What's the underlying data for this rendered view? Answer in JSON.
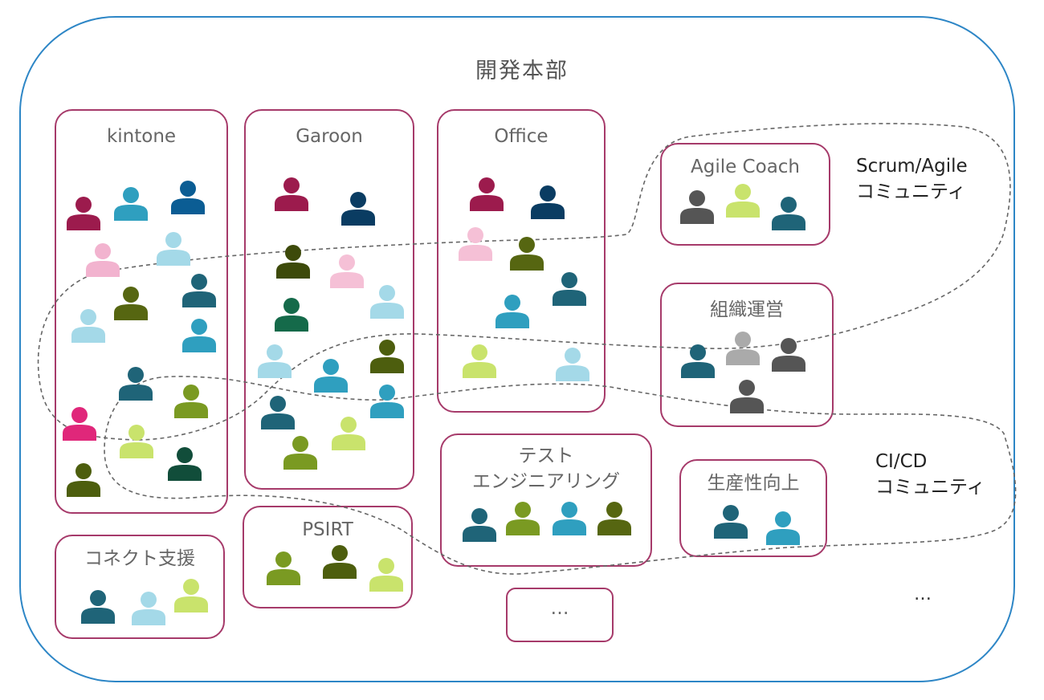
{
  "title": "開発本部",
  "colors": {
    "frame": "#2d86c6",
    "team_border": "#a63a6a",
    "community_outline": "#666666"
  },
  "teams": {
    "kintone": "kintone",
    "garoon": "Garoon",
    "office": "Office",
    "agile_coach": "Agile Coach",
    "org_ops": "組織運営",
    "test_engineering_line1": "テスト",
    "test_engineering_line2": "エンジニアリング",
    "productivity": "生産性向上",
    "psirt": "PSIRT",
    "connect_support": "コネクト支援",
    "more": "…"
  },
  "communities": {
    "scrum_agile_line1": "Scrum/Agile",
    "scrum_agile_line2": "コミュニティ",
    "cicd_line1": "CI/CD",
    "cicd_line2": "コミュニティ"
  },
  "more_label": "…",
  "person_icon": "person-icon"
}
